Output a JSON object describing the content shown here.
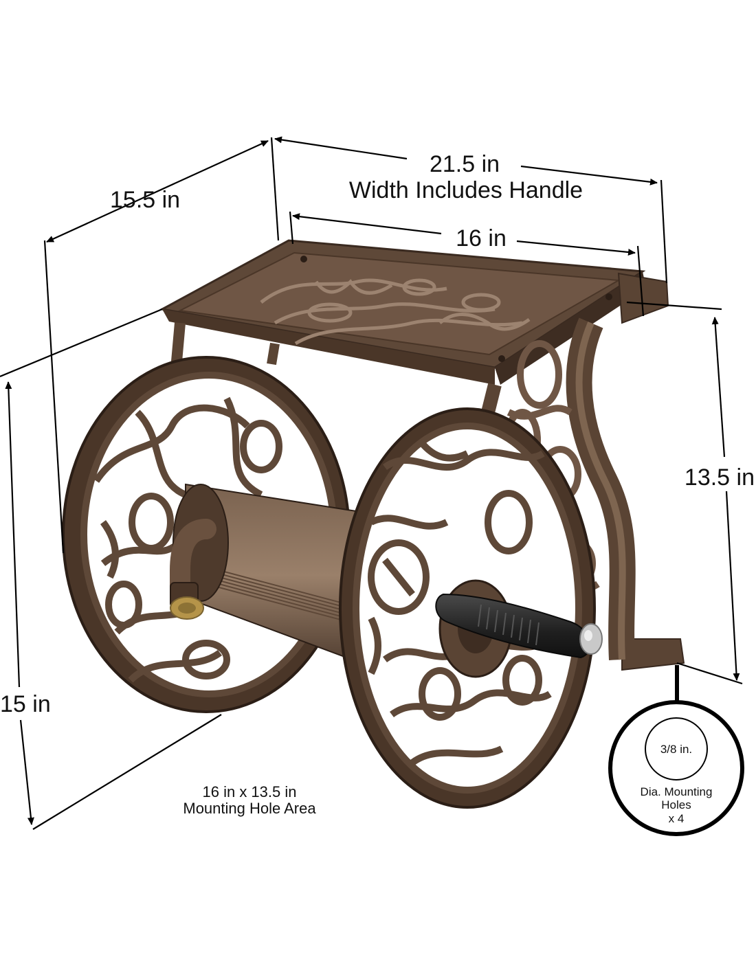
{
  "dimensions": {
    "depth": "15.5 in",
    "overall_width_value": "21.5 in",
    "overall_width_note": "Width Includes Handle",
    "width": "16 in",
    "mount_height": "13.5 in",
    "height": "15 in",
    "mount_area_line1": "16 in x 13.5 in",
    "mount_area_line2": "Mounting Hole Area"
  },
  "callout": {
    "hole_size": "3/8 in.",
    "line1": "Dia. Mounting",
    "line2": "Holes",
    "line3": "x 4"
  },
  "colors": {
    "bronze": "#5a4434",
    "bronze_light": "#8a6f58",
    "bronze_dark": "#3a2a20",
    "handle": "#2a2a2a",
    "brass": "#b59449"
  }
}
